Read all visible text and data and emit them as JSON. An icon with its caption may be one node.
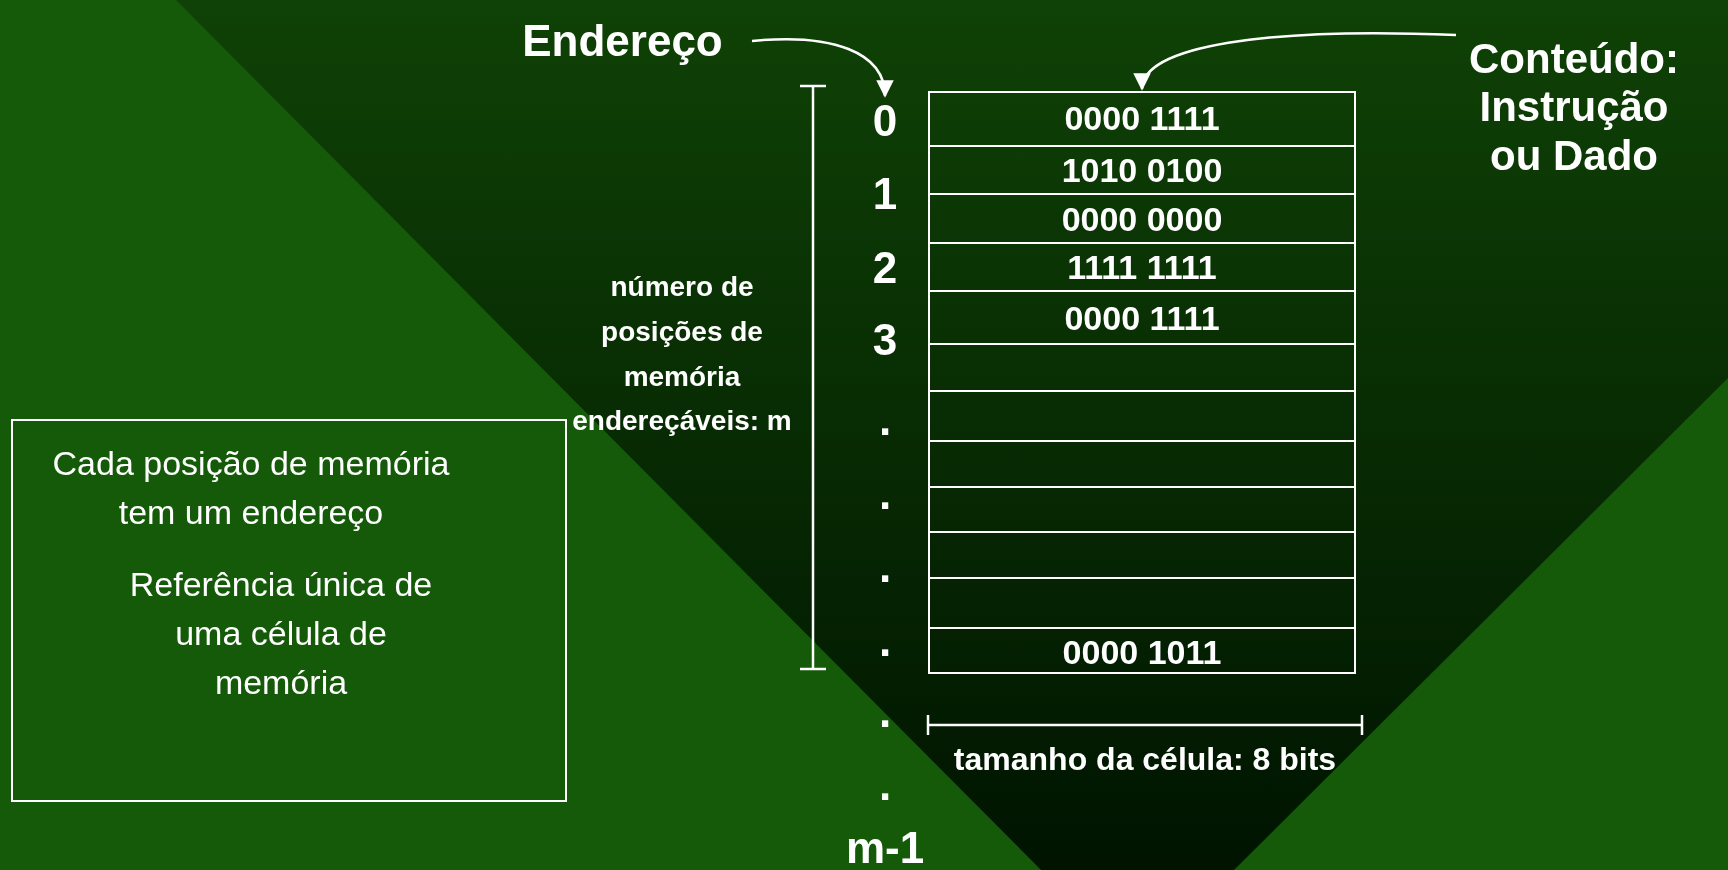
{
  "diagram": {
    "nodes": [
      {
        "text": [
          "Endereço"
        ]
      },
      {
        "text": [
          "Conteúdo: Instrução ou Dado"
        ]
      },
      {
        "text": [
          "0"
        ]
      },
      {
        "text": [],
        "shape": "box"
      },
      {
        "text": [
          "0000 1111"
        ],
        "in": 3
      },
      {
        "text": [
          "1010 0100"
        ],
        "in": 3
      },
      {
        "text": [
          "0000 0000"
        ],
        "in": 3
      },
      {
        "text": [
          "1111 1111"
        ],
        "in": 3
      },
      {
        "text": [
          "0000 1111"
        ],
        "in": 3
      },
      {
        "text": [],
        "shape": "box",
        "in": 3
      },
      {
        "text": [],
        "shape": "box",
        "in": 3
      },
      {
        "text": [],
        "shape": "box",
        "in": 3
      },
      {
        "text": [],
        "shape": "box",
        "in": 3
      },
      {
        "text": [],
        "shape": "box",
        "in": 3
      },
      {
        "text": [],
        "shape": "box",
        "in": 3
      },
      {
        "text": [
          "0000 1011"
        ],
        "in": 3
      },
      {
        "text": [
          "Cada posição de memória tem um endereço",
          "Referência única de uma célula de memória"
        ]
      }
    ],
    "edges": [
      {
        "from": 0,
        "to": 2,
        "arrow": "to"
      },
      {
        "from": 1,
        "to": 4,
        "arrow": "to"
      }
    ],
    "labels": [
      "1",
      "2",
      "3",
      "número de posições de memória endereçáveis: m",
      ".",
      ".",
      ".",
      ".",
      ".",
      ".",
      "m-1",
      "tamanho da célula: 8 bits"
    ]
  }
}
